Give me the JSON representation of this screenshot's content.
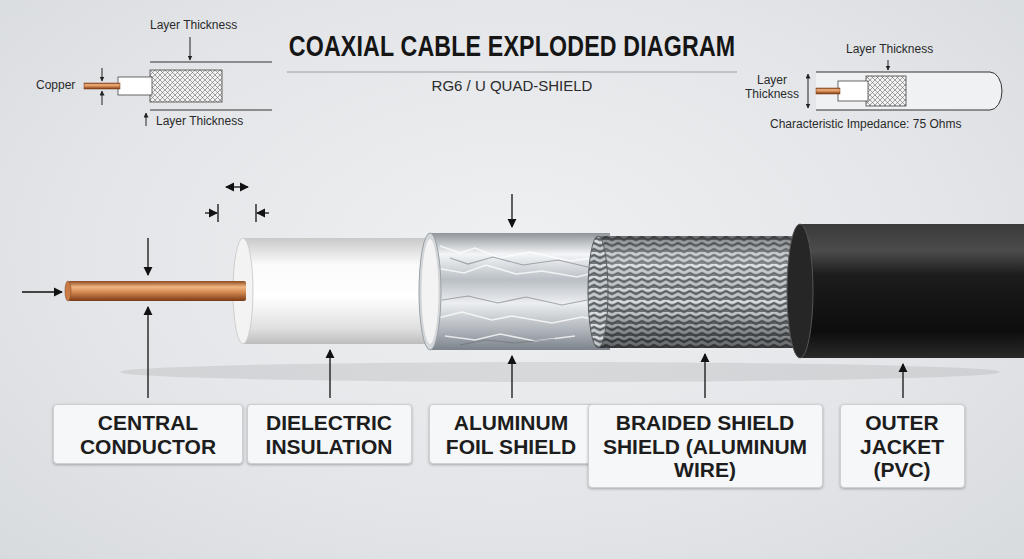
{
  "diagram": {
    "title": "COAXIAL CABLE EXPLODED DIAGRAM",
    "nodes": [
      {
        "text": [
          "CENTRAL CONDUCTOR"
        ]
      },
      {
        "text": [
          "DIELECTRIC INSULATION"
        ]
      },
      {
        "text": [
          "ALUMINUM FOIL SHIELD"
        ]
      },
      {
        "text": [
          "BRAIDED SHIELD SHIELD (ALUMINUM WIRE)"
        ]
      },
      {
        "text": [
          "OUTER JACKET (PVC)"
        ]
      }
    ],
    "labels": [
      "RG6 / U QUAD-SHIELD",
      "Copper",
      "Layer Thickness",
      "Layer Thickness",
      "Layer Thickness",
      "Layer Thickness",
      "Characteristic Impedance: 75 Ohms"
    ]
  }
}
